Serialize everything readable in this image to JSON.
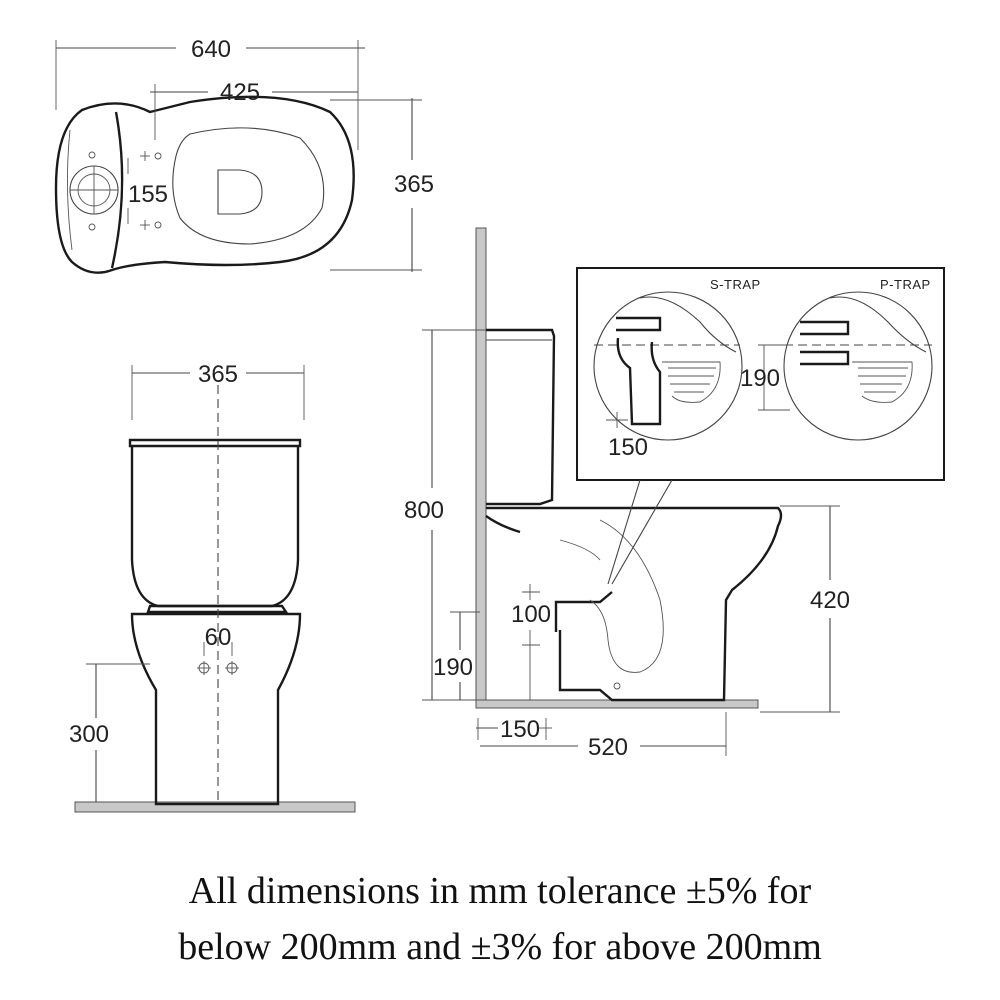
{
  "plan_view": {
    "overall_length": "640",
    "bowl_length": "425",
    "width": "365",
    "fixing_spacing": "155"
  },
  "front_view": {
    "width": "365",
    "fixing_spacing": "60",
    "fixing_height": "300"
  },
  "side_view": {
    "overall_height": "800",
    "seat_height": "420",
    "outlet_height_ptrap": "190",
    "inlet_height": "100",
    "outlet_height_floor": "190",
    "wall_to_outlet": "150",
    "overall_projection": "520"
  },
  "detail": {
    "s_trap_label": "S-TRAP",
    "p_trap_label": "P-TRAP",
    "s_trap_dim": "150",
    "p_trap_dim": "190"
  },
  "note": {
    "line1": "All dimensions in mm tolerance ±5% for",
    "line2": "below 200mm and ±3% for above 200mm"
  }
}
